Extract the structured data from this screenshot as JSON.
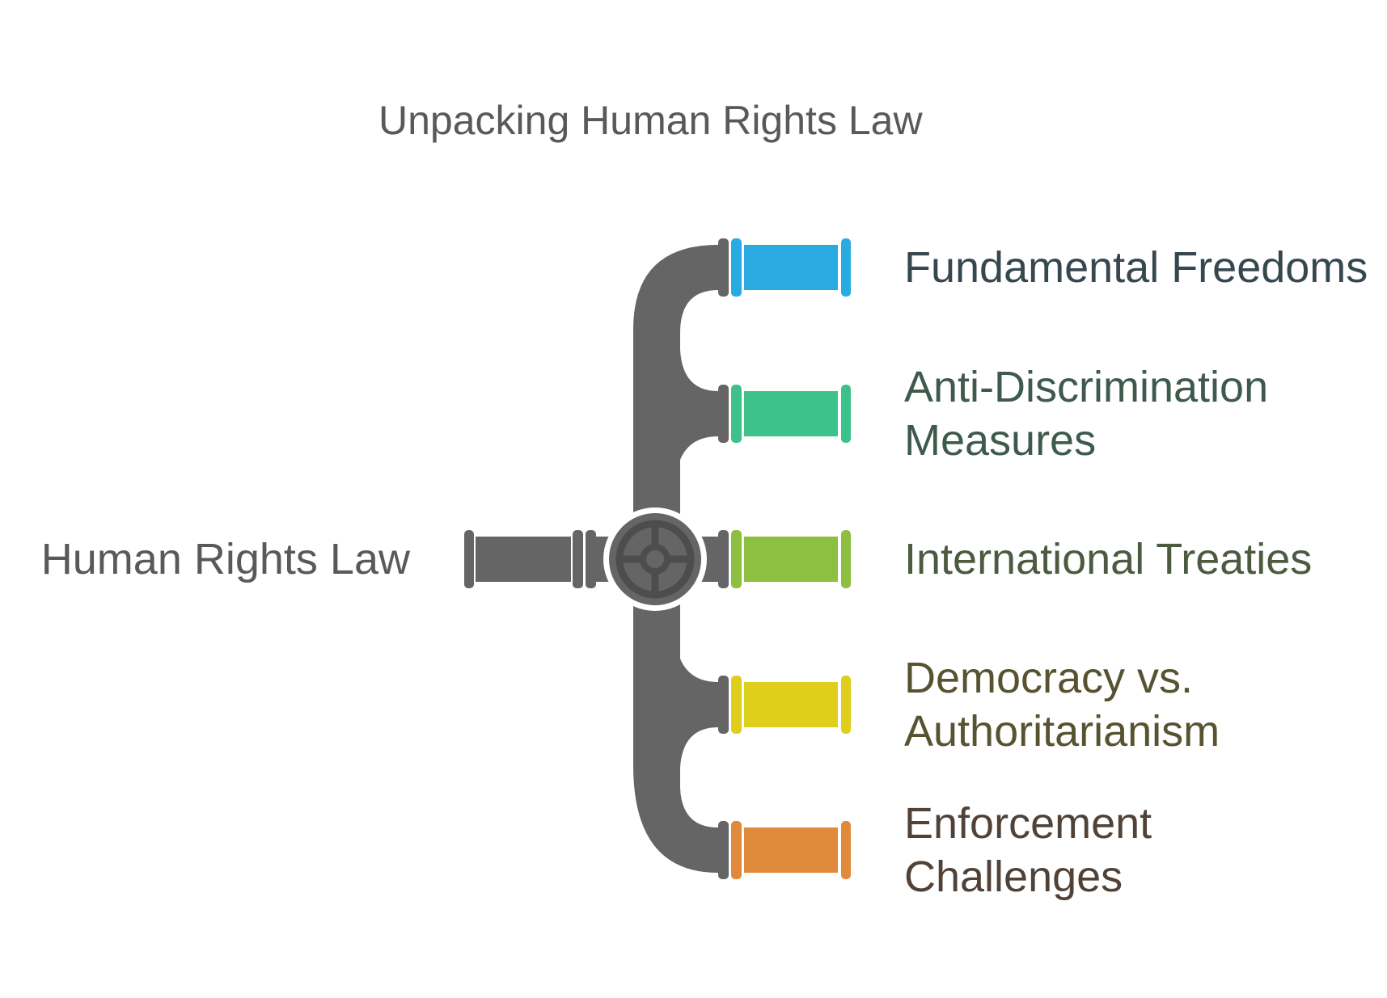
{
  "title": {
    "text": "Unpacking Human Rights Law",
    "color": "#58595B"
  },
  "root": {
    "label": "Human Rights Law",
    "label_color": "#58595B"
  },
  "pipes": {
    "gray": "#666566",
    "detail": "#4D4D4F",
    "halo": "#FFFFFF"
  },
  "branches": [
    {
      "id": "fundamental-freedoms",
      "label": "Fundamental Freedoms",
      "label_lines": [
        "Fundamental Freedoms"
      ],
      "color": "#29ABE2",
      "label_color": "#37474F"
    },
    {
      "id": "anti-discrimination-measures",
      "label": "Anti-Discrimination Measures",
      "label_lines": [
        "Anti-Discrimination",
        "Measures"
      ],
      "color": "#3EC28C",
      "label_color": "#3E5A4C"
    },
    {
      "id": "international-treaties",
      "label": "International Treaties",
      "label_lines": [
        "International Treaties"
      ],
      "color": "#8DBF40",
      "label_color": "#4C5A40"
    },
    {
      "id": "democracy-vs-authoritarianism",
      "label": "Democracy vs. Authoritarianism",
      "label_lines": [
        "Democracy vs.",
        "Authoritarianism"
      ],
      "color": "#DFCE1C",
      "label_color": "#57522F"
    },
    {
      "id": "enforcement-challenges",
      "label": "Enforcement Challenges",
      "label_lines": [
        "Enforcement",
        "Challenges"
      ],
      "color": "#E08A3C",
      "label_color": "#514238"
    }
  ]
}
